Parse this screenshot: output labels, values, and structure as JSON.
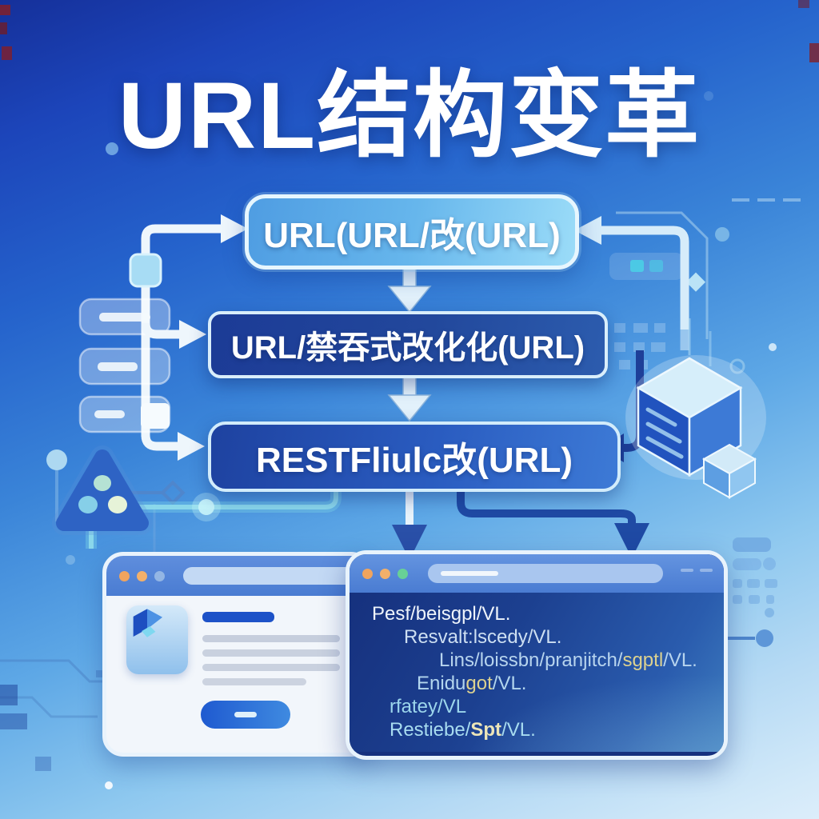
{
  "title": "URL结构变革",
  "flow": {
    "box1_label": "URL(URL/改(URL)",
    "box2_label": "URL/禁吞式改化化(URL)",
    "box3_label": "RESTFliulc改(URL)"
  },
  "right_browser": {
    "code_lines": [
      {
        "a": "Pesf/beisgpl/VL.",
        "b": "",
        "c": ""
      },
      {
        "a": "Resvalt:lscedy/VL.",
        "b": "",
        "c": ""
      },
      {
        "a": "Lins/loissbn/pranjitch/",
        "b": "sgptl",
        "c": "/VL."
      },
      {
        "a": "Enidu",
        "b": "got",
        "c": "/VL."
      },
      {
        "a": "rfatey/VL",
        "b": "",
        "c": ""
      },
      {
        "a": "Restiebe/",
        "b": "Spt",
        "c": "/VL."
      }
    ]
  },
  "colors": {
    "deep_blue_top": "#15309a",
    "sky_blue_bottom": "#d2e9f9",
    "box_light_fill": "#66b6ec",
    "box_dark_fill": "#1c3b96",
    "code_panel": "#1c4090",
    "code_highlight": "#ddd28f",
    "teal_glow": "#8fdcec",
    "dark_arrow": "#1f4aa4"
  }
}
